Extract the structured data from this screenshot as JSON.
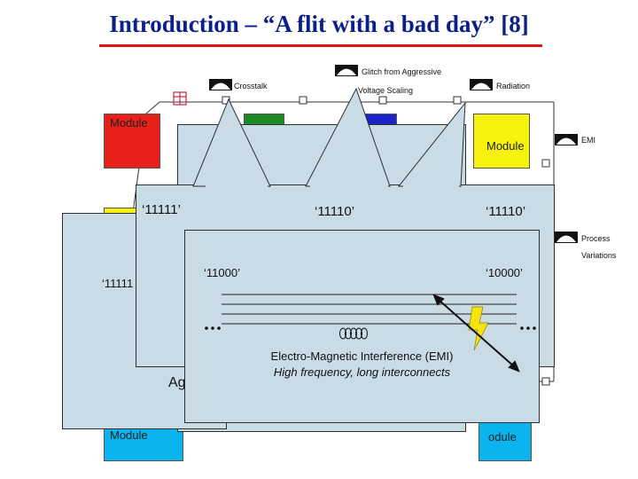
{
  "slide": {
    "title": "Introduction – “A flit with a bad day” [8]"
  },
  "fault_labels": {
    "glitch": "Glitch from Aggressive",
    "crosstalk": "Crosstalk",
    "voltage": "Voltage Scaling",
    "radiation": "Radiation",
    "emi": "EMI",
    "process_1": "Process",
    "process_2": "Variations"
  },
  "modules": {
    "label": "Module",
    "top_left": "Module",
    "top_right": "Module",
    "bottom_left": "Module",
    "bottom_right": "odule"
  },
  "flits": {
    "a": "‘11111’",
    "b": "‘11110’",
    "c": "‘11110’",
    "d": "‘11111",
    "e": "‘11000’",
    "f": "‘10000’"
  },
  "partial_text": "Ag",
  "emi_panel": {
    "title": "Electro-Magnetic Interference (EMI)",
    "subtitle": "High frequency, long interconnects"
  },
  "colors": {
    "title": "#0b1f8a",
    "rule": "#e01818",
    "panel": "#c9dce6",
    "red_module": "#e8201a",
    "yellow_module": "#f6f20e",
    "cyan_module": "#0bb3ef",
    "green_module": "#1e8a24",
    "blue_module": "#1a23c8"
  }
}
